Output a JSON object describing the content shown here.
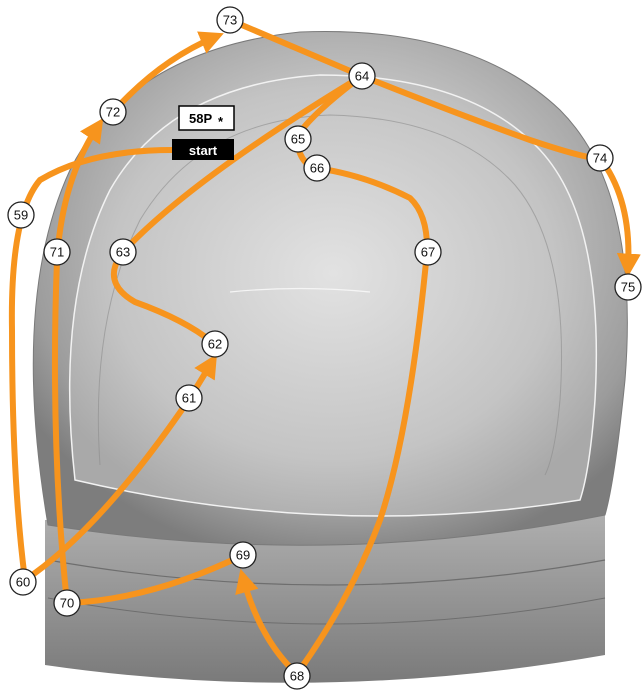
{
  "diagram": {
    "colors": {
      "path": "#f7941d",
      "node_fill": "#ffffff",
      "node_stroke": "#222222",
      "dome_light": "#d9d9d9",
      "dome_dark": "#8a8a8a",
      "start_bg": "#000000",
      "start_text": "#ffffff",
      "ref_bg": "#ffffff",
      "ref_text": "#000000"
    },
    "ref_tag": "58P",
    "ref_mark": "*",
    "start_tag": "start",
    "nodes": [
      {
        "id": "59",
        "label": "59"
      },
      {
        "id": "60",
        "label": "60"
      },
      {
        "id": "61",
        "label": "61"
      },
      {
        "id": "62",
        "label": "62"
      },
      {
        "id": "63",
        "label": "63"
      },
      {
        "id": "64",
        "label": "64"
      },
      {
        "id": "65",
        "label": "65"
      },
      {
        "id": "66",
        "label": "66"
      },
      {
        "id": "67",
        "label": "67"
      },
      {
        "id": "68",
        "label": "68"
      },
      {
        "id": "69",
        "label": "69"
      },
      {
        "id": "70",
        "label": "70"
      },
      {
        "id": "71",
        "label": "71"
      },
      {
        "id": "72",
        "label": "72"
      },
      {
        "id": "73",
        "label": "73"
      },
      {
        "id": "74",
        "label": "74"
      },
      {
        "id": "75",
        "label": "75"
      }
    ]
  }
}
